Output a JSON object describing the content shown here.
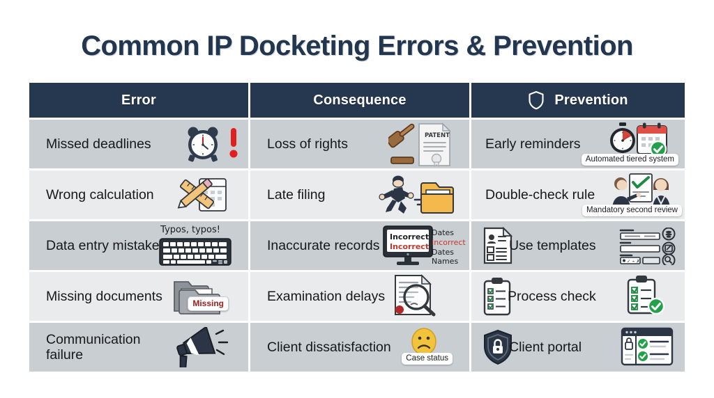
{
  "title": "Common IP Docketing Errors & Prevention",
  "colors": {
    "title": "#22374f",
    "header_bg": "#26384f",
    "row_odd": "#c9ced2",
    "row_even": "#e9ebec",
    "page_bg": "#ffffff",
    "alert_red": "#e02020",
    "check_green": "#22a14a",
    "folder_yellow": "#f5b84c"
  },
  "table": {
    "headers": [
      {
        "label": "Error",
        "icon": null
      },
      {
        "label": "Consequence",
        "icon": null
      },
      {
        "label": "Prevention",
        "icon": "shield-icon"
      }
    ],
    "rows": [
      {
        "error": {
          "label": "Missed deadlines",
          "icon": "alarm-clock-icon",
          "badge": "exclamation-mark-icon"
        },
        "consequence": {
          "label": "Loss of rights",
          "icon": "gavel-patent-document-icon",
          "doc_label": "PATENT"
        },
        "prevention": {
          "label": "Early reminders",
          "icon": "stopwatch-calendar-check-icon",
          "caption": "Automated tiered system"
        }
      },
      {
        "error": {
          "label": "Wrong calculation",
          "icon": "ruler-pencil-calendar-icon"
        },
        "consequence": {
          "label": "Late filing",
          "icon": "running-person-folder-icon"
        },
        "prevention": {
          "label": "Double-check rule",
          "icon": "two-people-checklist-icon",
          "caption": "Mandatory second review"
        }
      },
      {
        "error": {
          "label": "Data entry mistake",
          "icon": "keyboard-icon",
          "caption": "Typos, typos!"
        },
        "consequence": {
          "label": "Inaccurate records",
          "icon": "monitor-incorrect-data-icon",
          "screen_lines": [
            "Incorrect",
            "Incorrect"
          ],
          "side_lines": [
            "Dates",
            "Incorrect",
            "Dates",
            "Names"
          ]
        },
        "prevention": {
          "label": "Use templates",
          "icon": "template-document-icon",
          "form_icon": "form-fields-icon"
        }
      },
      {
        "error": {
          "label": "Missing documents",
          "icon": "folder-icon",
          "caption": "Missing"
        },
        "consequence": {
          "label": "Examination delays",
          "icon": "document-magnifier-icon"
        },
        "prevention": {
          "label": "Process check",
          "icon": "clipboard-checklist-icon",
          "extra_icon": "checklist-check-icon"
        }
      },
      {
        "error": {
          "label": "Communication failure",
          "icon": "megaphone-icon"
        },
        "consequence": {
          "label": "Client dissatisfaction",
          "icon": "sad-face-icon",
          "caption": "Case status"
        },
        "prevention": {
          "label": "Client portal",
          "icon": "shield-lock-icon",
          "extra_icon": "browser-window-checks-icon"
        }
      }
    ]
  }
}
